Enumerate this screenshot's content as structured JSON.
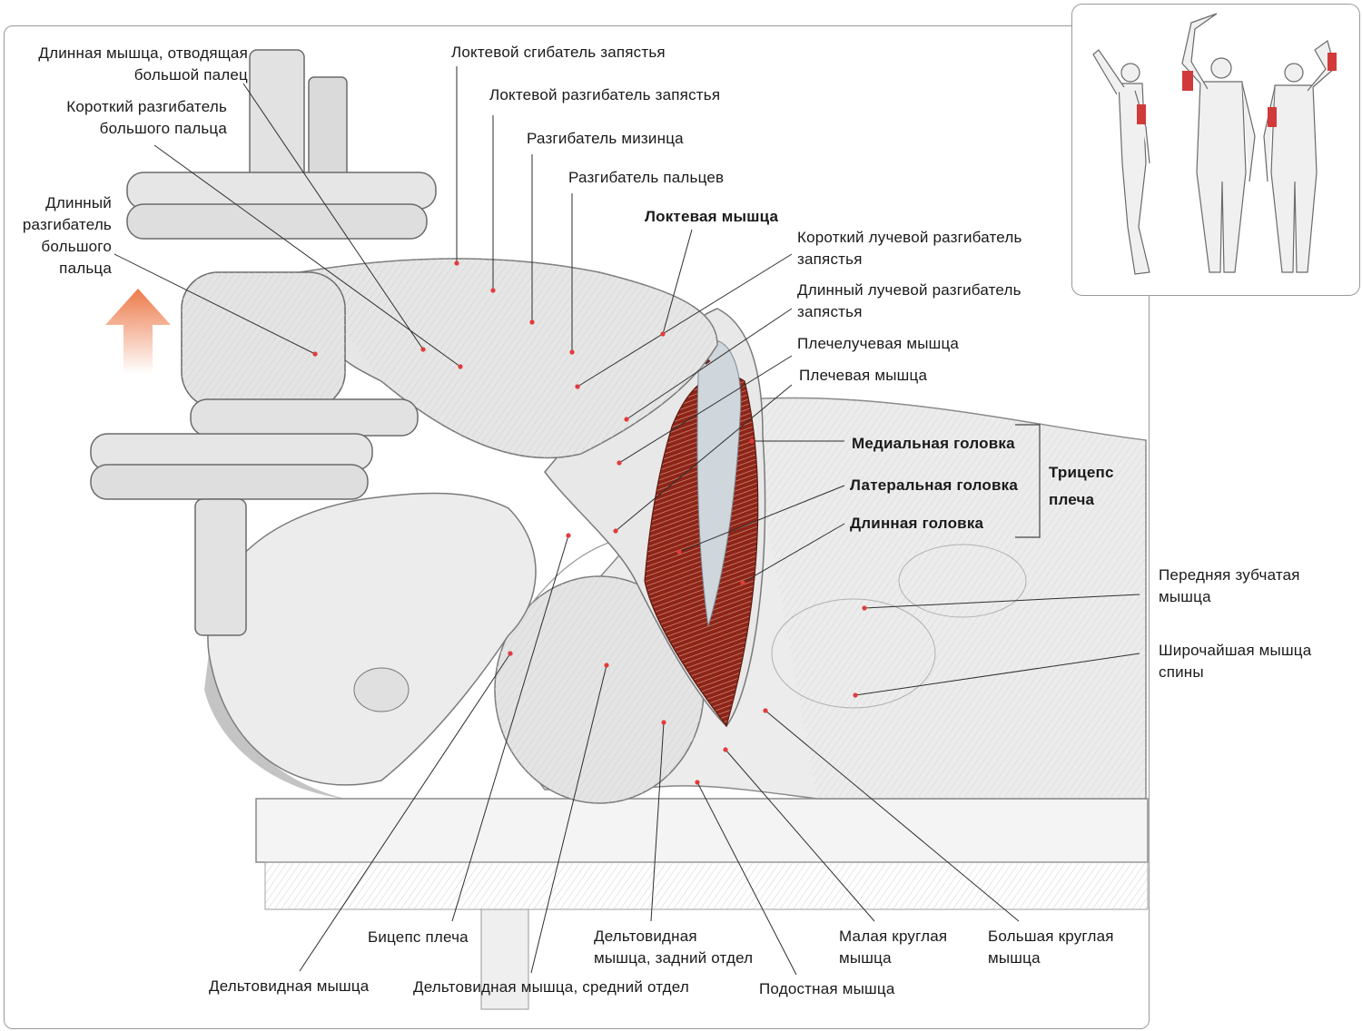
{
  "colors": {
    "muscle_highlight": "#9b2a1c",
    "arrow": "#ec7a4a",
    "line": "#3a3a3a",
    "sketch": "#d4d4d4"
  },
  "labels": {
    "abductor_pollicis_longus": "Длинная мышца, отводящая\nбольшой палец",
    "extensor_pollicis_brevis": "Короткий разгибатель\nбольшого пальца",
    "extensor_pollicis_longus": "Длинный\nразгибатель\nбольшого\nпальца",
    "flexor_carpi_ulnaris": "Локтевой сгибатель запястья",
    "extensor_carpi_ulnaris": "Локтевой разгибатель запястья",
    "extensor_digiti_minimi": "Разгибатель мизинца",
    "extensor_digitorum": "Разгибатель пальцев",
    "anconeus": "Локтевая мышца",
    "extensor_carpi_radialis_brevis": "Короткий лучевой разгибатель\nзапястья",
    "extensor_carpi_radialis_longus": "Длинный лучевой разгибатель\nзапястья",
    "brachioradialis": "Плечелучевая мышца",
    "brachialis": "Плечевая мышца",
    "medial_head": "Медиальная головка",
    "lateral_head": "Латеральная головка",
    "long_head": "Длинная головка",
    "triceps": "Трицепс\nплеча",
    "serratus_anterior": "Передняя зубчатая\nмышца",
    "latissimus_dorsi": "Широчайшая мышца\nспины",
    "biceps": "Бицепс плеча",
    "posterior_deltoid": "Дельтовидная\nмышца, задний отдел",
    "teres_minor": "Малая круглая\nмышца",
    "teres_major": "Большая круглая\nмышца",
    "deltoid": "Дельтовидная мышца",
    "middle_deltoid": "Дельтовидная мышца, средний отдел",
    "infraspinatus": "Подостная мышца"
  }
}
